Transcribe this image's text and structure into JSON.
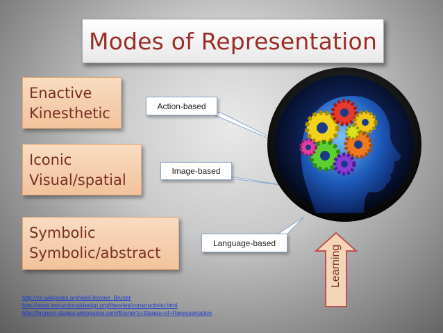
{
  "title": "Modes of Representation",
  "modes": [
    {
      "line1": "Enactive",
      "line2": "Kinesthetic",
      "callout": "Action-based"
    },
    {
      "line1": "Iconic",
      "line2": "Visual/spatial",
      "callout": "Image-based"
    },
    {
      "line1": "Symbolic",
      "line2": "Symbolic/abstract",
      "callout": "Language-based"
    }
  ],
  "arrow_label": "Learning",
  "image": "head-with-gears-icon",
  "links": [
    "http://en.wikipedia.org/wiki/Jerome_Bruner",
    "http://www.instructionaldesign.org/theories/constructivist.html",
    "http://bruners-stages.wikispaces.com/Bruner's+Stages+of+Representation"
  ],
  "colors": {
    "title_text": "#9b2d26",
    "mode_box": "#f2c39b",
    "mode_text": "#7a2f24",
    "arrow_fill": "#f5d5b8",
    "arrow_stroke": "#c0504d",
    "link": "#1a3bd1"
  }
}
